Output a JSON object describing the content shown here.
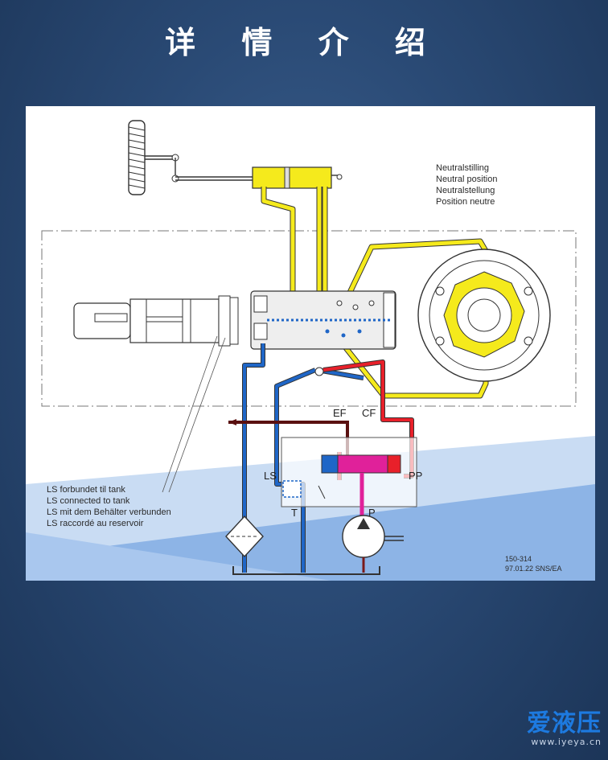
{
  "page": {
    "title": "详 情 介 绍"
  },
  "diagram": {
    "neutral_labels": [
      "Neutralstilling",
      "Neutral position",
      "Neutralstellung",
      "Position neutre"
    ],
    "tank_labels": [
      "LS forbundet til tank",
      "LS connected to tank",
      "LS mit dem Behälter verbunden",
      "LS raccordé au reservoir"
    ],
    "ports": {
      "ef": "EF",
      "cf": "CF",
      "ls": "LS",
      "pp": "PP",
      "t": "T",
      "p": "P"
    },
    "ref_code": "150-314",
    "ref_date": "97.01.22 SNS/EA",
    "colors": {
      "yellow_line": "#f5ea1c",
      "blue_line": "#1f66c7",
      "red_line": "#e8202a",
      "magenta_line": "#e0219a",
      "dark_red_line": "#5a1010"
    }
  },
  "logo": {
    "main": "爱液压",
    "url": "www.iyeya.cn"
  }
}
